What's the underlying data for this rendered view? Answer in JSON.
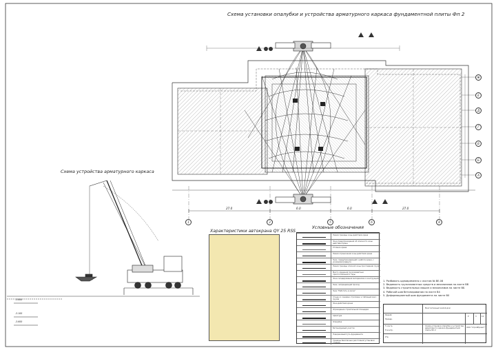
{
  "titles": {
    "main": "Схема установки опалубки и устройства арматурного каркаса фундаментной плиты Фп 2",
    "left": "Схема устройства арматурного каркаса",
    "crane": "Характеристики автокрана QY 25 RSS",
    "legend": "Условные обозначения"
  },
  "axes": {
    "columns": [
      "1",
      "3",
      "5",
      "6",
      "8"
    ],
    "rows": [
      "А",
      "Б",
      "В",
      "Г",
      "Д",
      "Е",
      "Ж"
    ]
  },
  "legend": [
    "Линия границы зоны действия крана",
    "Зона предупреждения об опасности зоны действия крана",
    "Стоянка крана",
    "Линия ограничения зоны действия крана",
    "Знак, предупреждающий о работе крана, с указанием радиуса",
    "Линия границы опасной зоны при падении груза",
    "Место хранения грузозахватных приспособлений и тары",
    "Зона складирования материалов и конструкций",
    "Знак, запрещающий проход",
    "Знак \"Работать в каске\"",
    "Стенд со схемами строповки и таблицей масс грузов",
    "Зона действия крана",
    "Ограждение строительной площадки",
    "Арматура",
    "Опалубка",
    "Бетонируемый участок",
    "Подкрановый путь фундамента",
    "Границы безопасных расстояний установки стоянок"
  ],
  "notes": [
    "1. Разбивать одновременно с листом № ВЕ-08",
    "2. Ведомость грузозахватных средств и механизмов на листе ВВ",
    "3. Ведомость строительных машин и механизмов на листе ВБ",
    "4. Рабочий шов бетонирования на листе В4",
    "5. Деформационный шов фундамента на листе В0"
  ],
  "stamp": {
    "sheet_title": "Схема установки опалубки и устройства арматурного каркаса фундаментной плиты Фп 2",
    "company": "ООО \"СтройПроект\"",
    "stage": "Р",
    "sheet": "3",
    "sheets": "12",
    "roles": [
      "Разраб.",
      "Провер.",
      "Т.контр.",
      "Н.контр.",
      "Утв."
    ],
    "doc": "Многоэтажный жилой дом"
  },
  "dims": {
    "bottom": [
      "27.0",
      "6.0",
      "6.0",
      "27.0"
    ],
    "elev1": "-3.600",
    "elev2": "-3.100",
    "elev3": "-3.600"
  }
}
